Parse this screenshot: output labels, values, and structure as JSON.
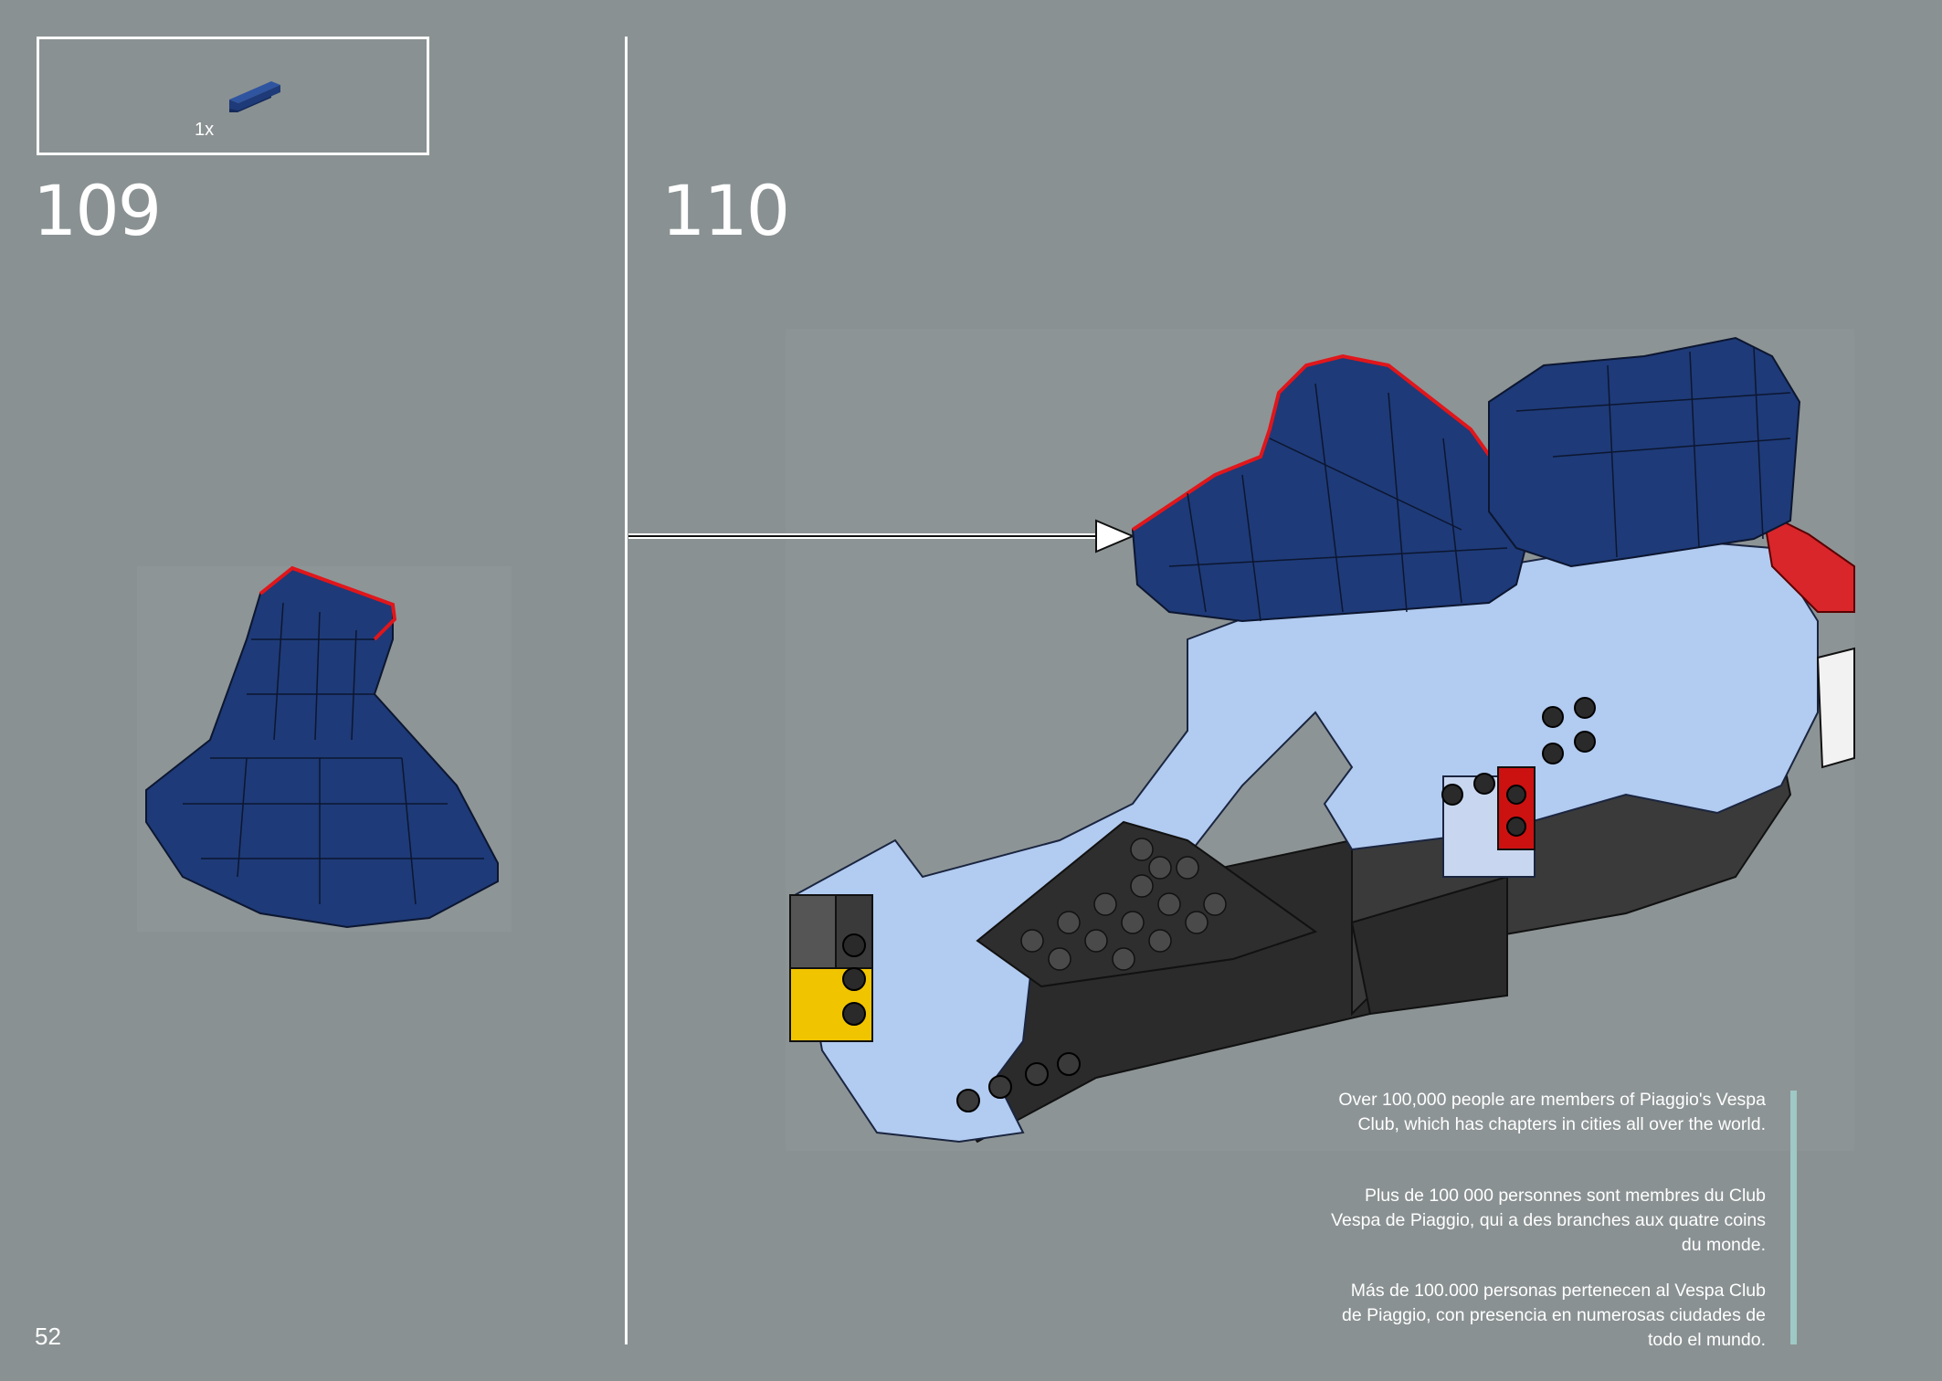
{
  "parts_panel": {
    "count_label": "1x",
    "part_color": "#1e3a78"
  },
  "steps": {
    "left": "109",
    "right": "110"
  },
  "page_number": "52",
  "notes": {
    "en": "Over 100,000 people are members of Piaggio's Vespa Club, which has chapters in cities all over the world.",
    "fr": "Plus de 100 000 personnes sont membres du Club Vespa de Piaggio, qui a des branches aux quatre coins du monde.",
    "es": "Más de 100.000 personas pertenecen al Vespa Club de Piaggio, con presencia en numerosas ciudades de todo el mundo."
  },
  "colors": {
    "background": "#8a9192",
    "dark_blue": "#1e3a78",
    "light_blue": "#b2cbf0",
    "highlight_red": "#e0161b",
    "accent_bar": "#9ec9c4"
  }
}
